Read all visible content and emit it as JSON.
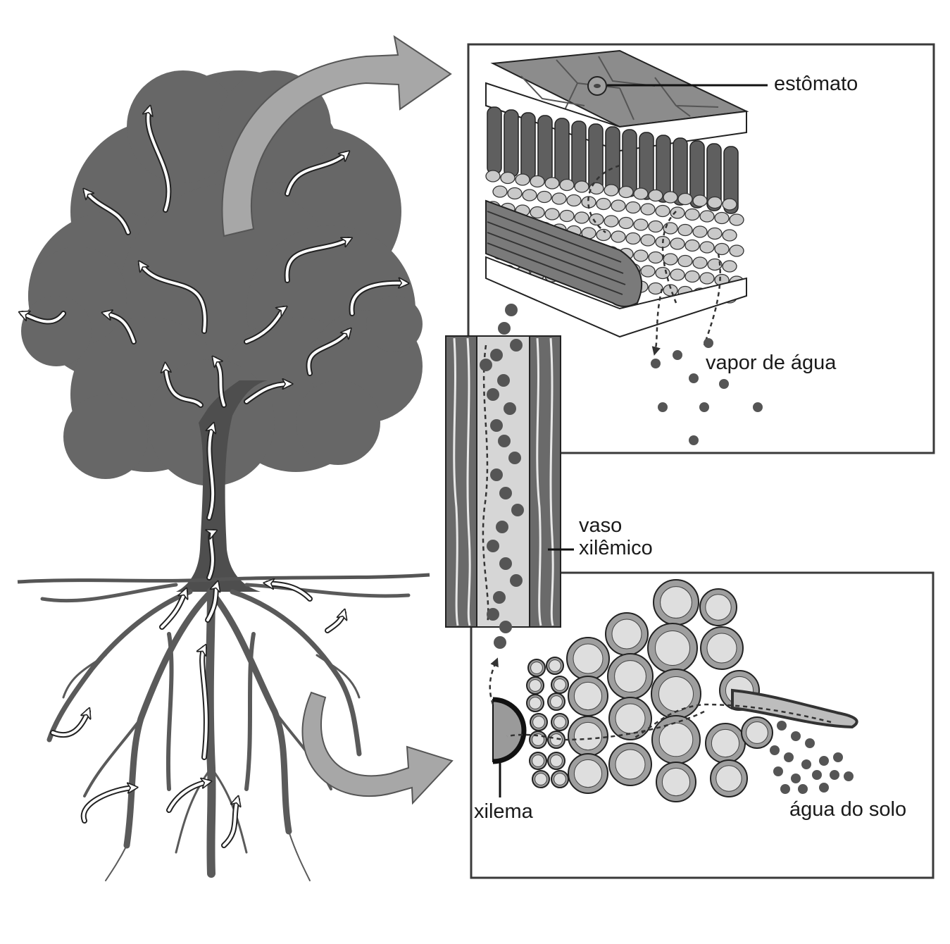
{
  "labels": {
    "stomata": "estômato",
    "water_vapor": "vapor de água",
    "xylem_vessel_line1": "vaso",
    "xylem_vessel_line2": "xilêmico",
    "xylem": "xilema",
    "soil_water": "água do solo"
  },
  "colors": {
    "canopy": "#676767",
    "trunk": "#4e4e4e",
    "leaf_surface": "#8c8c8c",
    "palisade": "#5f5f5f",
    "spongy_cell": "#c9c9c9",
    "water_droplet": "#555555",
    "curved_arrow": "#a7a7a7",
    "frame": "#3a3a3a"
  },
  "icons": {
    "transpiration_arrow": "white-arrow-icon",
    "zoom_arrow": "curved-arrow-icon",
    "water_droplet": "droplet-icon"
  }
}
